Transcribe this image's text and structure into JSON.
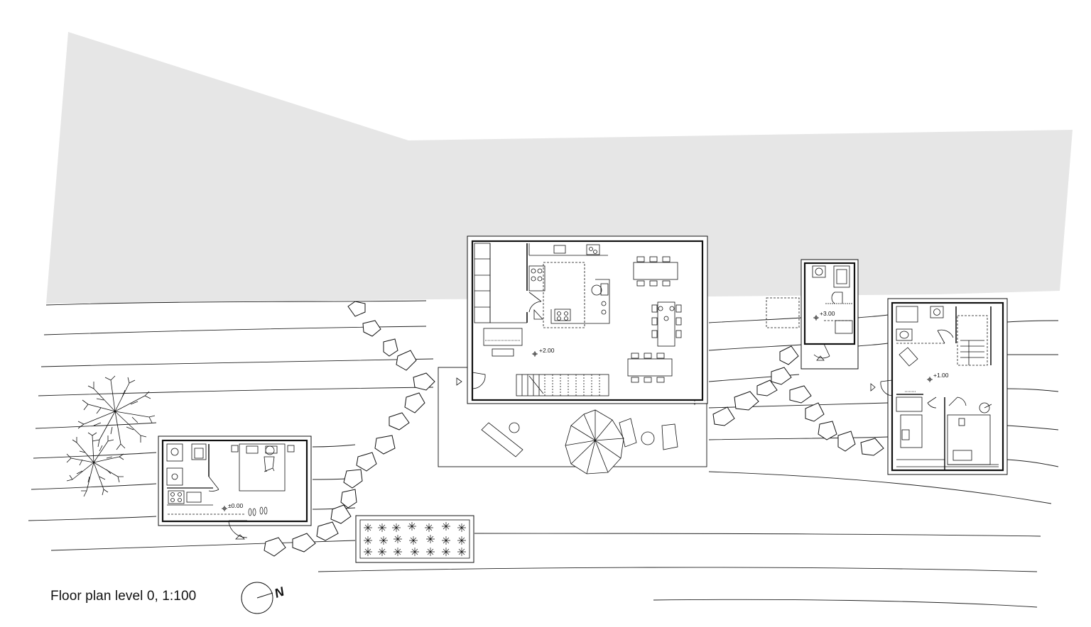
{
  "caption": "Floor plan level 0, 1:100",
  "north_label": "N",
  "levels": {
    "main_house": "+2.00",
    "small_cabin": "±0.00",
    "bath_pavilion": "+3.00",
    "guest_house": "+1.00"
  },
  "colors": {
    "hillside_fill": "#e6e6e6",
    "line": "#111111",
    "background": "#ffffff"
  }
}
